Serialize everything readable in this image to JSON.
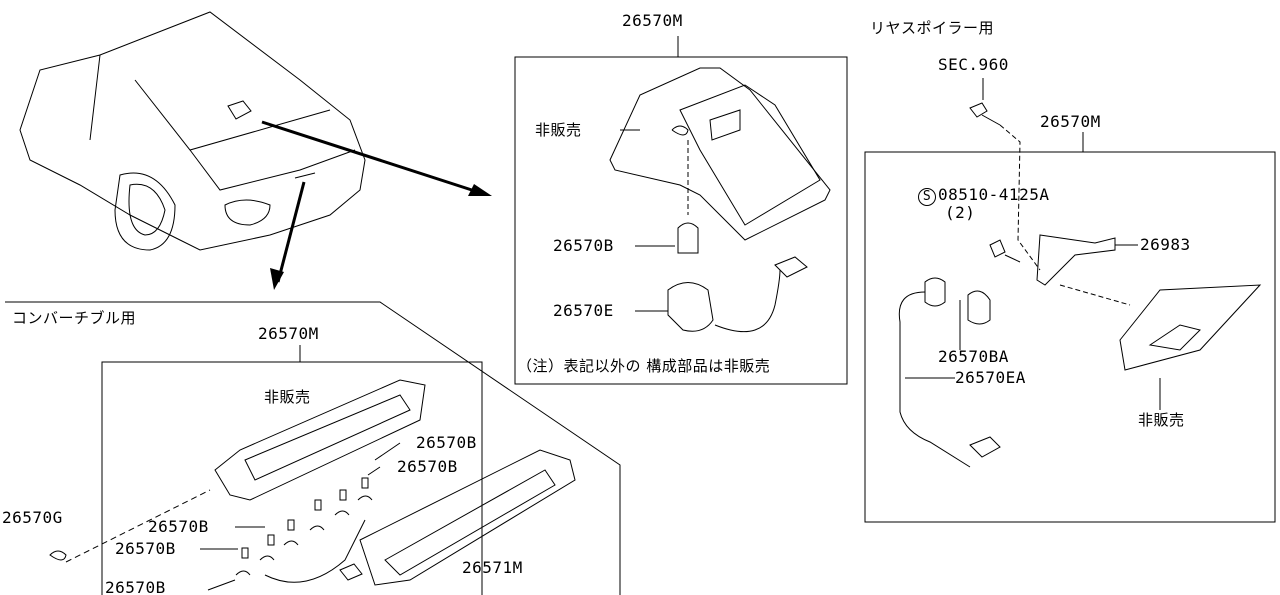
{
  "rear_spoiler_section": {
    "title": "リヤスポイラー用",
    "sec_ref": "SEC.960",
    "box_part": "26570M",
    "screw_symbol": "S",
    "screw_part": "08510-4125A",
    "screw_qty": "(2)",
    "bracket_part": "26983",
    "bulb_part": "26570BA",
    "socket_part": "26570EA",
    "not_sold": "非販売"
  },
  "standard_section": {
    "box_part": "26570M",
    "not_sold": "非販売",
    "bulb_part": "26570B",
    "socket_part": "26570E",
    "note": "（注）表記以外の 構成部品は非販売"
  },
  "convertible_section": {
    "title": "コンバーチブル用",
    "box_part": "26570M",
    "not_sold": "非販売",
    "bulb_labels": [
      "26570B",
      "26570B",
      "26570B",
      "26570B",
      "26570B"
    ],
    "grommet_part": "26570G",
    "lens_part": "26571M"
  }
}
